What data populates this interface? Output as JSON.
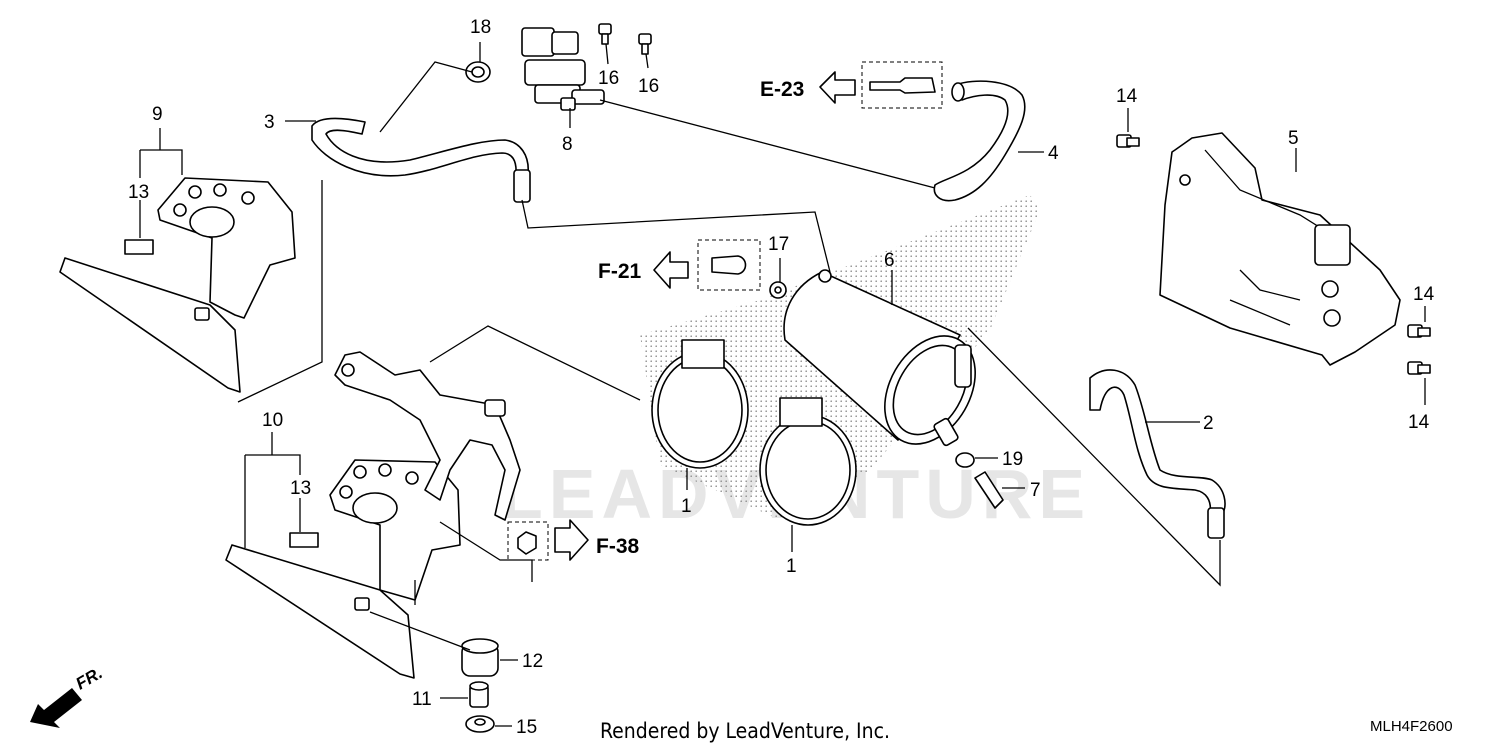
{
  "diagram": {
    "footer_text": "Rendered by LeadVenture, Inc.",
    "diagram_code": "MLH4F2600",
    "watermark": "LEADVENTURE",
    "front_label": "FR.",
    "references": [
      {
        "id": "ref-e23",
        "label": "E-23"
      },
      {
        "id": "ref-f21",
        "label": "F-21"
      },
      {
        "id": "ref-f38",
        "label": "F-38"
      }
    ],
    "callouts": [
      {
        "id": "c18",
        "label": "18"
      },
      {
        "id": "c16a",
        "label": "16"
      },
      {
        "id": "c16b",
        "label": "16"
      },
      {
        "id": "c3",
        "label": "3"
      },
      {
        "id": "c8",
        "label": "8"
      },
      {
        "id": "c4",
        "label": "4"
      },
      {
        "id": "c9",
        "label": "9"
      },
      {
        "id": "c13a",
        "label": "13"
      },
      {
        "id": "c14a",
        "label": "14"
      },
      {
        "id": "c5",
        "label": "5"
      },
      {
        "id": "c17",
        "label": "17"
      },
      {
        "id": "c6",
        "label": "6"
      },
      {
        "id": "c14b",
        "label": "14"
      },
      {
        "id": "c14c",
        "label": "14"
      },
      {
        "id": "c2",
        "label": "2"
      },
      {
        "id": "c10",
        "label": "10"
      },
      {
        "id": "c13b",
        "label": "13"
      },
      {
        "id": "c19",
        "label": "19"
      },
      {
        "id": "c7",
        "label": "7"
      },
      {
        "id": "c1a",
        "label": "1"
      },
      {
        "id": "c1b",
        "label": "1"
      },
      {
        "id": "c12",
        "label": "12"
      },
      {
        "id": "c11",
        "label": "11"
      },
      {
        "id": "c15",
        "label": "15"
      }
    ]
  }
}
